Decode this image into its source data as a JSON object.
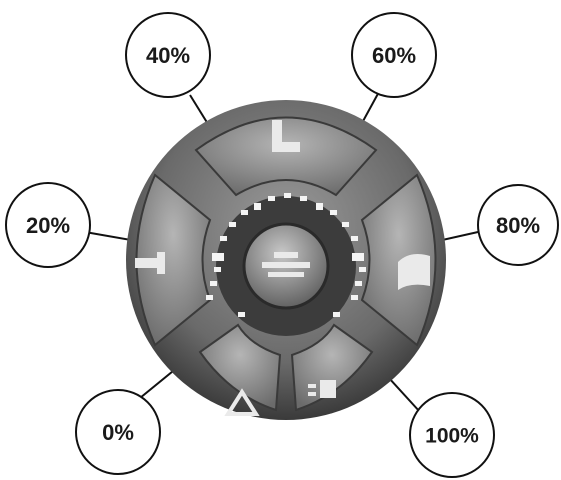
{
  "callouts": [
    {
      "id": "0",
      "label": "0%"
    },
    {
      "id": "20",
      "label": "20%"
    },
    {
      "id": "40",
      "label": "40%"
    },
    {
      "id": "60",
      "label": "60%"
    },
    {
      "id": "80",
      "label": "80%"
    },
    {
      "id": "100",
      "label": "100%"
    }
  ],
  "keypad": {
    "buttons": [
      {
        "name": "top-button",
        "icon": "seat-icon"
      },
      {
        "name": "left-button",
        "icon": "headlight-icon"
      },
      {
        "name": "right-button",
        "icon": "windshield-heat-icon"
      },
      {
        "name": "bottom-left-button",
        "icon": "hazard-icon"
      },
      {
        "name": "bottom-right-button",
        "icon": "rear-defrost-icon"
      },
      {
        "name": "center-button",
        "icon": "power-icon"
      }
    ]
  },
  "colors": {
    "background": "#ffffff",
    "ring": "#6e6e6e",
    "button": "#8a8a8a",
    "led": "#f2f2f2",
    "callout_stroke": "#111111"
  }
}
